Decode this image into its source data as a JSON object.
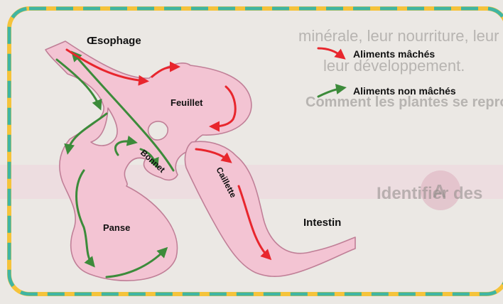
{
  "labels": {
    "oesophage": "Œsophage",
    "feuillet": "Feuillet",
    "bonnet": "Bonnet",
    "caillette": "Caillette",
    "panse": "Panse",
    "intestin": "Intestin"
  },
  "legend": {
    "chewed": "Aliments mâchés",
    "unchewed": "Aliments non mâchés"
  },
  "background_text": {
    "line1": "minérale, leur nourriture, leur respiration,",
    "line2": "leur développement.",
    "heading": "Comment les plantes se reproduisent",
    "banner": "Identifier des",
    "badge": "A"
  },
  "colors": {
    "chewed_arrow": "#e8262d",
    "unchewed_arrow": "#3c8b3a",
    "organ_fill": "#f3c4d3",
    "organ_stroke": "#c07f97",
    "frame": "#3fb5a3",
    "frame_accent": "#f5c33b"
  }
}
